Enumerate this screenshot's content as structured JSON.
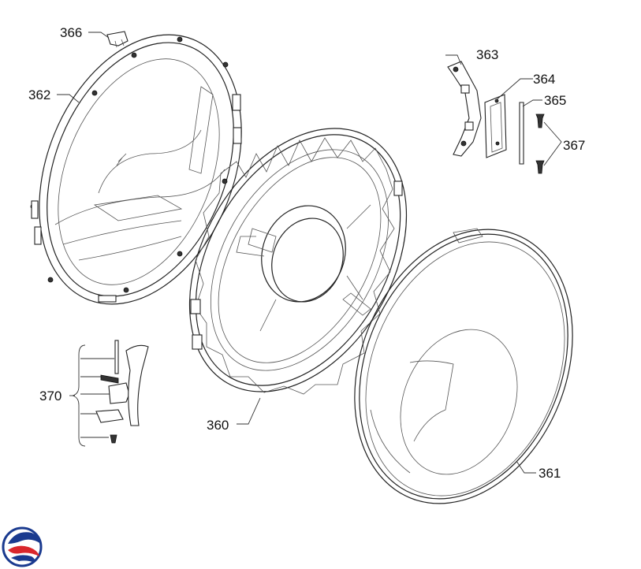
{
  "labels": {
    "p360": "360",
    "p361": "361",
    "p362": "362",
    "p363": "363",
    "p364": "364",
    "p365": "365",
    "p366": "366",
    "p367": "367",
    "p370": "370"
  },
  "colors": {
    "line": "#222222",
    "logo_blue": "#1a3a8f",
    "logo_red": "#d9262c"
  },
  "icons": {
    "logo": "brand-swirl-logo"
  }
}
